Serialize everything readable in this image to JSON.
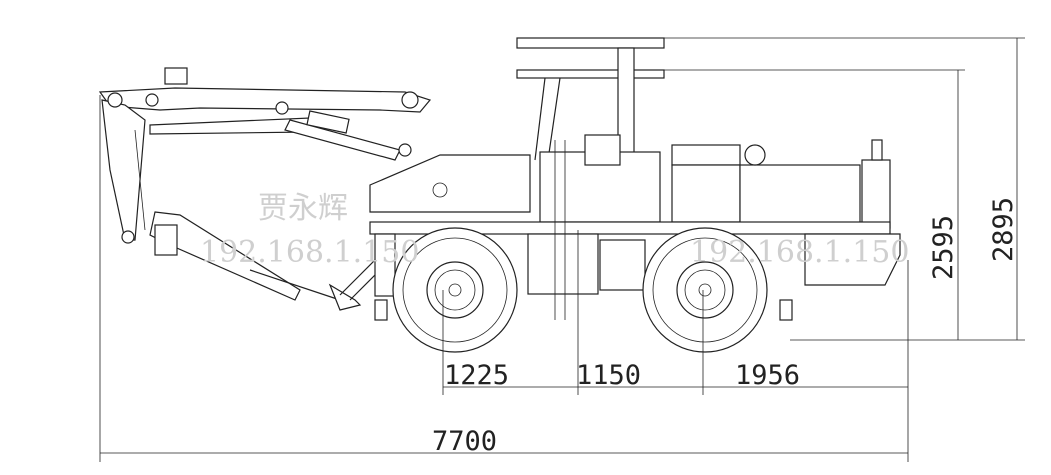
{
  "title": "Mining machine side elevation drawing",
  "dimensions": {
    "front_overhang": "1225",
    "middle_span": "1150",
    "rear_span": "1956",
    "overall_length": "7700",
    "height_body": "2595",
    "height_canopy": "2895"
  },
  "watermark": {
    "name": "贾永辉",
    "ip_left": "192.168.1.150",
    "ip_right": "192.168.1.150"
  }
}
